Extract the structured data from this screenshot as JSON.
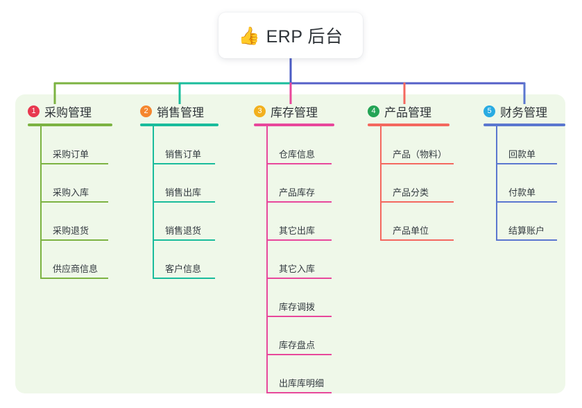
{
  "root": {
    "icon": "thumbs-up-icon",
    "emoji": "👍",
    "title": "ERP 后台"
  },
  "palette": {
    "panel_background": "#eff8e9",
    "page_background": "#ffffff",
    "root_stem": "#4a5bc4",
    "bar_left": "#7cb342",
    "bar_mid": "#1abc9c",
    "bar_right": "#5560c8"
  },
  "columns": [
    {
      "index": "1",
      "title": "采购管理",
      "badge_color": "#e8384f",
      "line_color": "#7cb342",
      "rule_width": 122,
      "leaf_rule_width": 98,
      "leaves": [
        {
          "label": "采购订单"
        },
        {
          "label": "采购入库"
        },
        {
          "label": "采购退货"
        },
        {
          "label": "供应商信息"
        }
      ]
    },
    {
      "index": "2",
      "title": "销售管理",
      "badge_color": "#f5862e",
      "line_color": "#1abc9c",
      "rule_width": 113,
      "leaf_rule_width": 90,
      "leaves": [
        {
          "label": "销售订单"
        },
        {
          "label": "销售出库"
        },
        {
          "label": "销售退货"
        },
        {
          "label": "客户信息"
        }
      ]
    },
    {
      "index": "3",
      "title": "库存管理",
      "badge_color": "#f2b01e",
      "line_color": "#e8479b",
      "rule_width": 116,
      "leaf_rule_width": 94,
      "leaves": [
        {
          "label": "仓库信息"
        },
        {
          "label": "产品库存"
        },
        {
          "label": "其它出库"
        },
        {
          "label": "其它入库"
        },
        {
          "label": "库存调拨"
        },
        {
          "label": "库存盘点"
        },
        {
          "label": "出库库明细"
        }
      ]
    },
    {
      "index": "4",
      "title": "产品管理",
      "badge_color": "#23a455",
      "line_color": "#f4685f",
      "rule_width": 118,
      "leaf_rule_width": 106,
      "leaves": [
        {
          "label": "产品（物料）"
        },
        {
          "label": "产品分类"
        },
        {
          "label": "产品单位"
        }
      ]
    },
    {
      "index": "5",
      "title": "财务管理",
      "badge_color": "#29abe2",
      "line_color": "#5b77cf",
      "rule_width": 118,
      "leaf_rule_width": 88,
      "leaves": [
        {
          "label": "回款单"
        },
        {
          "label": "付款单"
        },
        {
          "label": "结算账户"
        }
      ]
    }
  ]
}
